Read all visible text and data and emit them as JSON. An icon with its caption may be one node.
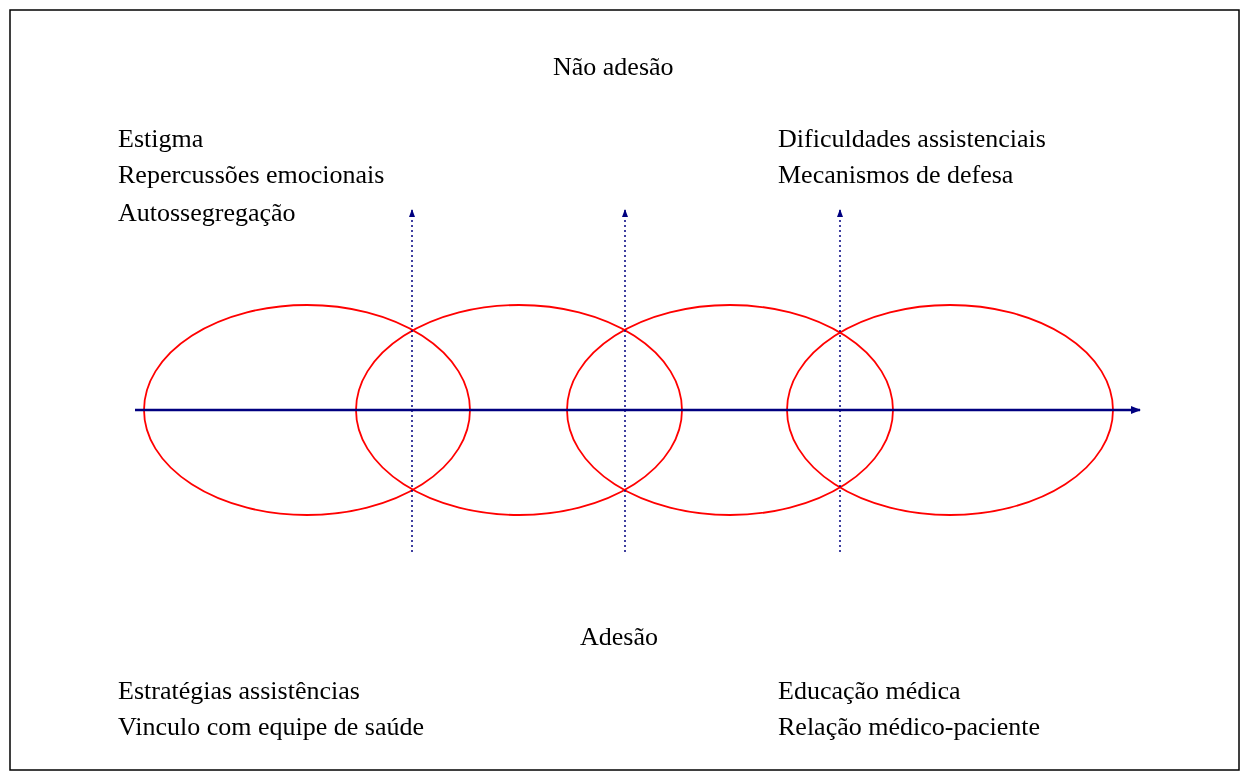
{
  "diagram": {
    "labels": [
      "Não adesão",
      "Estigma",
      "Repercussões emocionais",
      "Autossegregação",
      "Dificuldades assistenciais",
      "Mecanismos de defesa",
      "Adesão",
      "Estratégias assistências",
      "Vinculo com equipe de saúde",
      "Educação médica",
      "Relação médico-paciente"
    ]
  }
}
